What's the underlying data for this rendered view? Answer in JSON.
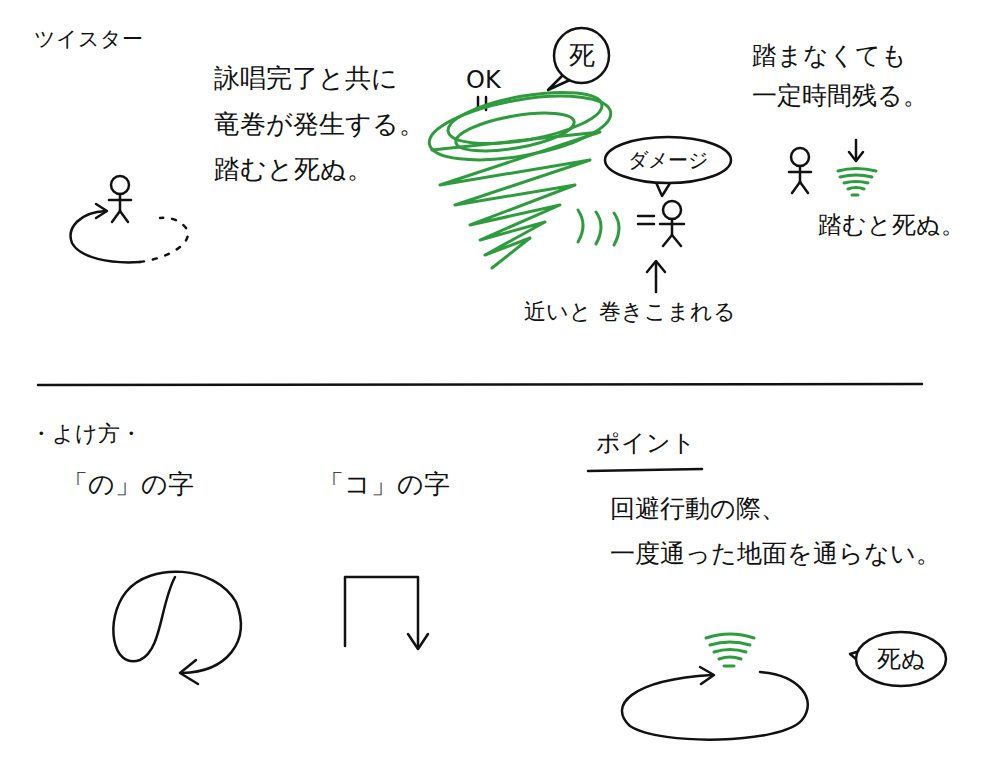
{
  "diagram": {
    "title": "ツイスター",
    "nodes": [
      {
        "text": [
          "死"
        ]
      },
      {
        "text": [
          "ダメージ"
        ]
      },
      {
        "text": [
          "死ぬ"
        ]
      }
    ],
    "labels": [
      "詠唱完了と共に 竜巻が発生する。 踏むと死ぬ。",
      "OK",
      "近いと 巻きこまれる",
      "踏まなくても 一定時間残る。",
      "踏むと死ぬ。",
      "・よけ方・",
      "「の」の字",
      "「コ」の字",
      "ポイント",
      "回避行動の際、 一度通った地面を通らない。"
    ]
  }
}
